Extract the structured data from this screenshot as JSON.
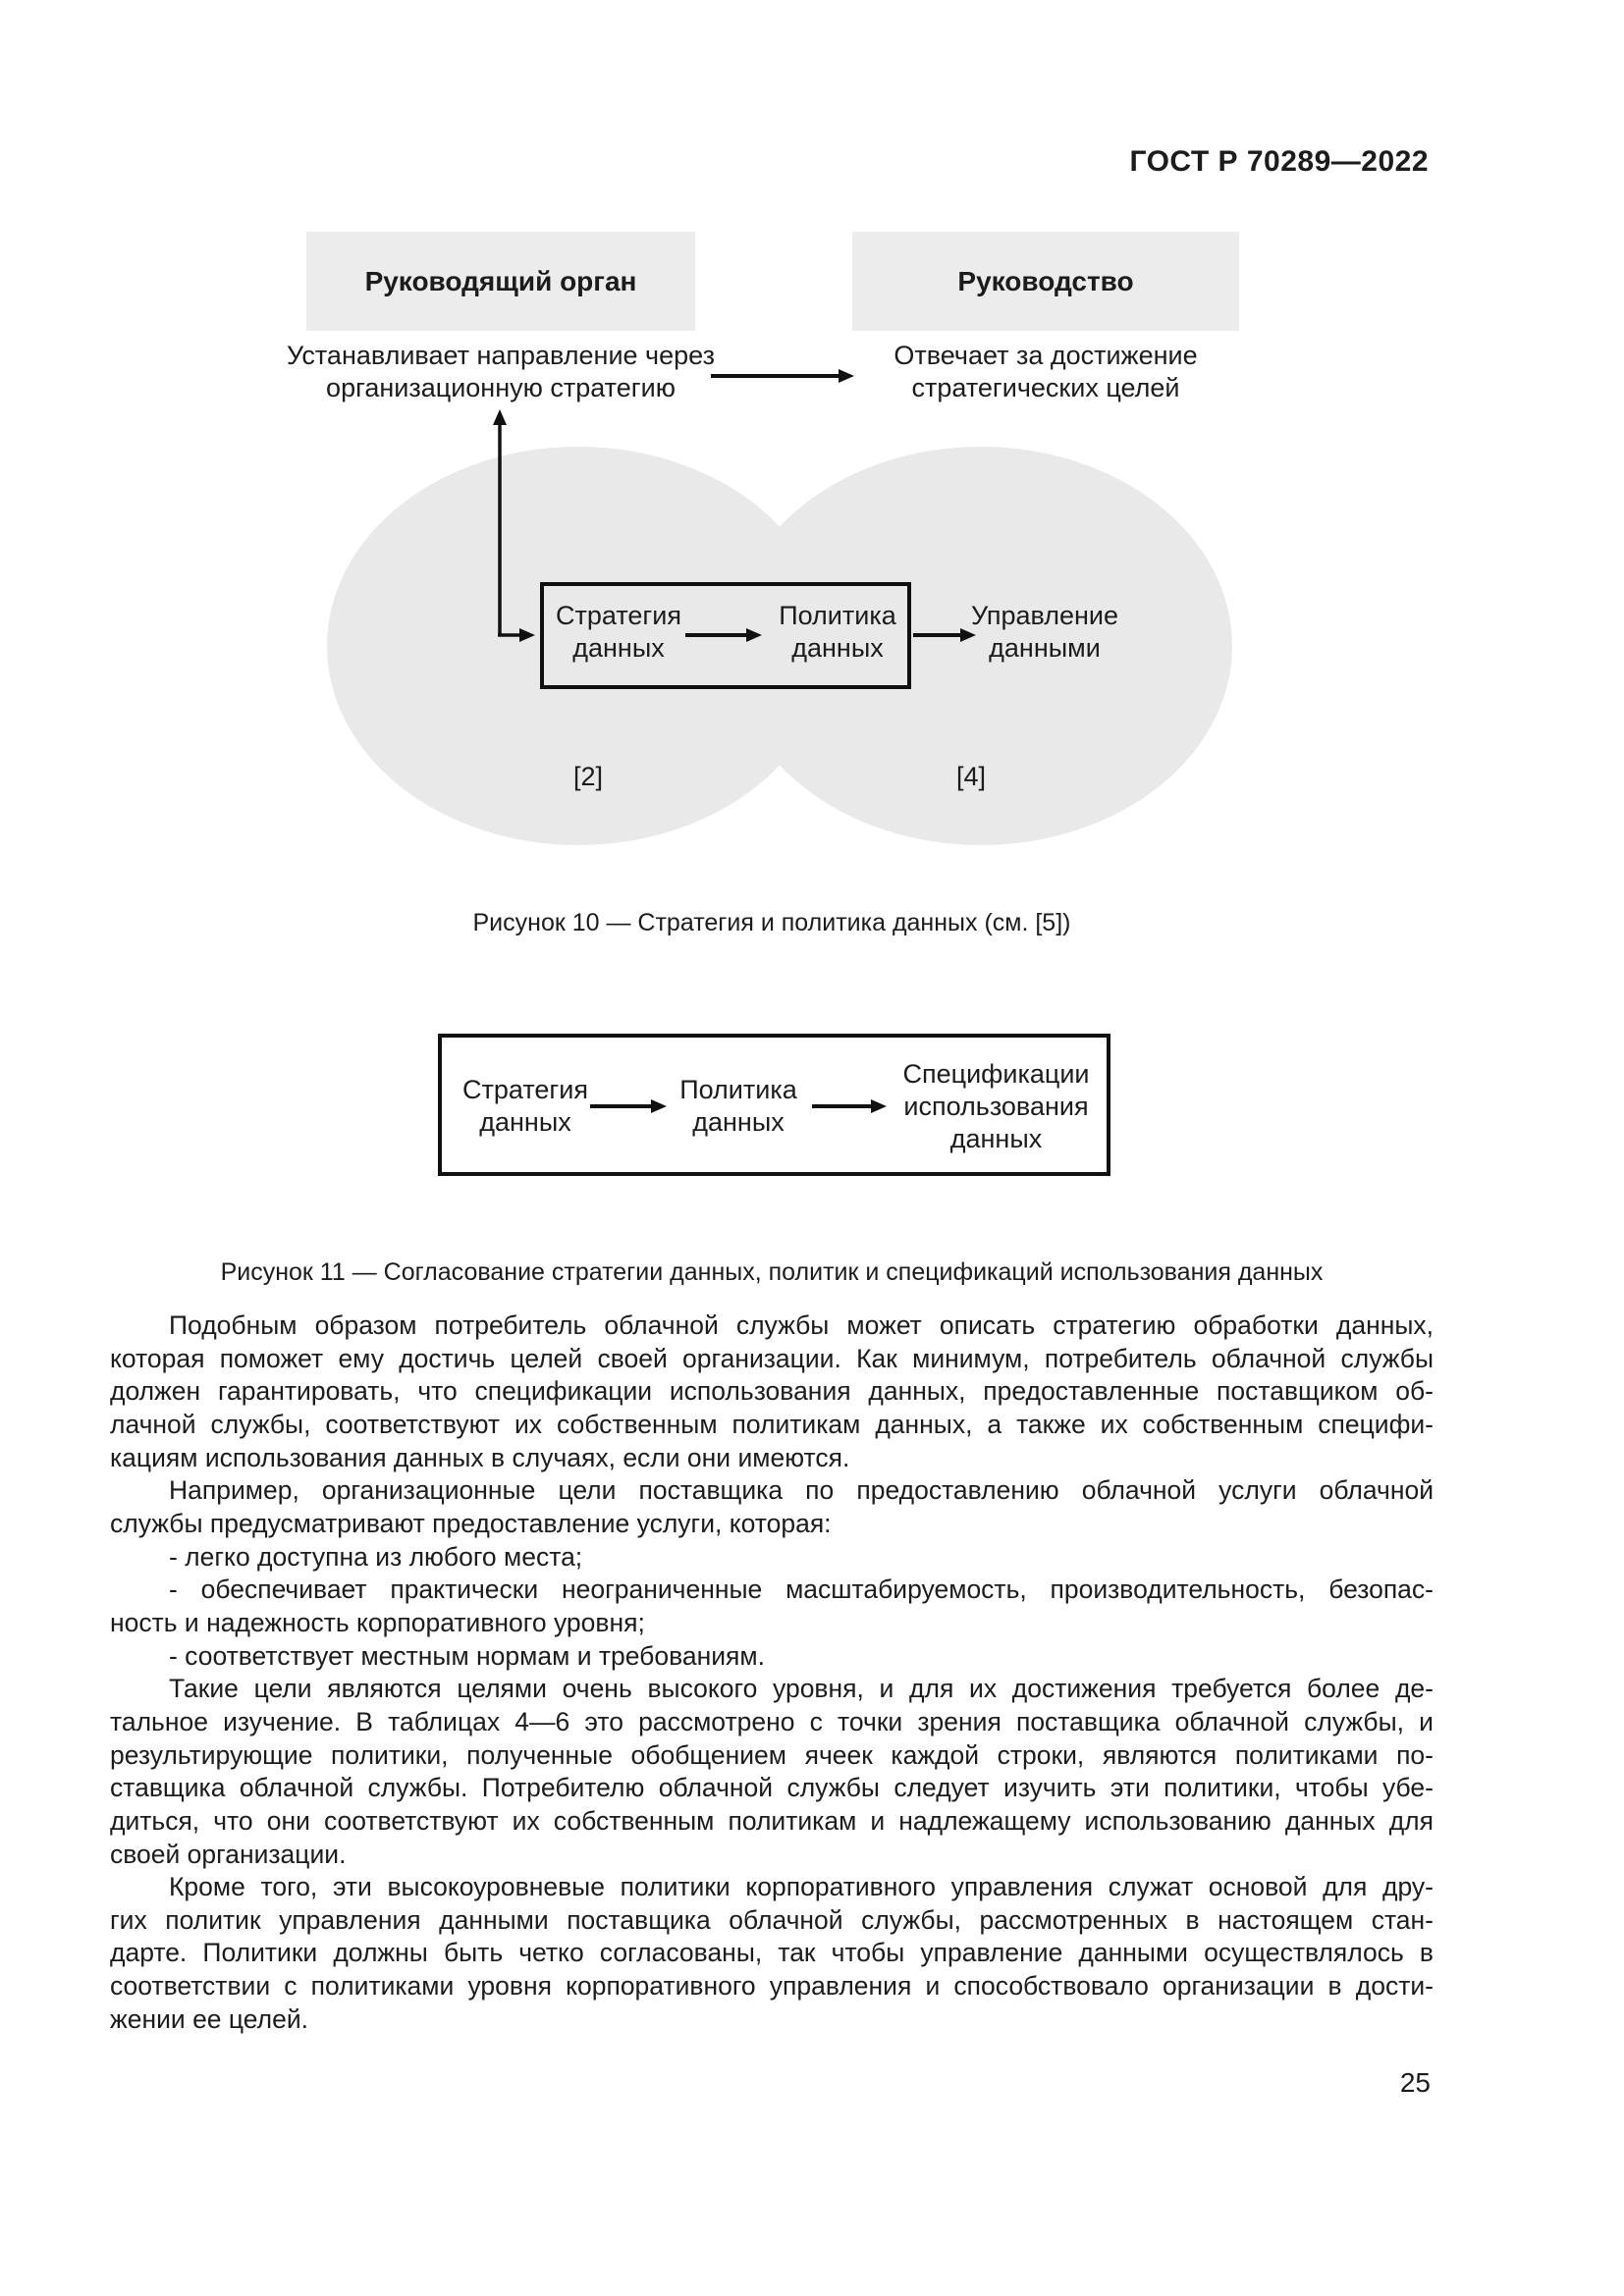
{
  "header": {
    "title": "ГОСТ Р 70289—2022"
  },
  "colors": {
    "ink": "#1c1c1c",
    "box_gray": "#ececec",
    "ellipse_gray": "#e9e9e9",
    "line_black": "#111111"
  },
  "figure10": {
    "box_left": "Руководящий орган",
    "box_right": "Руководство",
    "desc_left": "Устанавливает направление через\nорганизационную стратегию",
    "desc_right": "Отвечает за достижение\nстратегических целей",
    "node_strategy": "Стратегия\nданных",
    "node_policy": "Политика\nданных",
    "node_management": "Управление\nданными",
    "ref_left": "[2]",
    "ref_right": "[4]",
    "caption": "Рисунок 10 — Стратегия и политика данных (см. [5])"
  },
  "figure11": {
    "node_strategy": "Стратегия\nданных",
    "node_policy": "Политика\nданных",
    "node_specs": "Спецификации\nиспользования\nданных",
    "caption": "Рисунок 11 — Согласование стратегии данных, политик и спецификаций использования данных"
  },
  "body": {
    "paragraphs": [
      {
        "lines": [
          "Подобным образом потребитель облачной службы может описать стратегию обработки данных,",
          "которая поможет ему достичь целей своей организации. Как минимум, потребитель облачной службы",
          "должен гарантировать, что спецификации использования данных, предоставленные поставщиком об-",
          "лачной службы, соответствуют их собственным политикам данных, а также их собственным специфи-",
          "кациям использования данных в случаях, если они имеются."
        ]
      },
      {
        "lines": [
          "Например, организационные цели поставщика по предоставлению облачной услуги облачной",
          "службы предусматривают предоставление услуги, которая:"
        ]
      },
      {
        "lines": [
          "- легко доступна из любого места;"
        ]
      },
      {
        "lines": [
          "- обеспечивает практически неограниченные масштабируемость, производительность, безопас-",
          "ность и надежность корпоративного уровня;"
        ]
      },
      {
        "lines": [
          "- соответствует местным нормам и требованиям."
        ]
      },
      {
        "lines": [
          "Такие цели являются целями очень высокого уровня, и для их достижения требуется более де-",
          "тальное изучение. В таблицах 4—6 это рассмотрено с точки зрения поставщика облачной службы, и",
          "результирующие политики, полученные обобщением ячеек каждой строки, являются политиками по-",
          "ставщика облачной службы. Потребителю облачной службы следует изучить эти политики, чтобы убе-",
          "диться, что они соответствуют их собственным политикам и надлежащему использованию данных для",
          "своей организации."
        ]
      },
      {
        "lines": [
          "Кроме того, эти высокоуровневые политики корпоративного управления служат основой для дру-",
          "гих политик управления данными поставщика облачной службы, рассмотренных в настоящем стан-",
          "дарте. Политики должны быть четко согласованы, так чтобы управление данными осуществлялось в",
          "соответствии с политиками уровня корпоративного управления и способствовало организации в дости-",
          "жении ее целей."
        ]
      }
    ]
  },
  "footer": {
    "page_number": "25"
  }
}
